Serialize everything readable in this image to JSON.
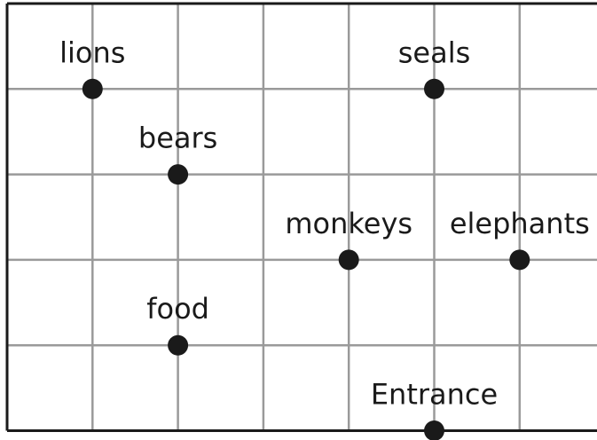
{
  "map": {
    "grid": {
      "columns": 7,
      "rows": 5,
      "line_color": "#9a9a9a",
      "border_color": "#1a1a1a"
    },
    "marker_color": "#1a1a1a",
    "locations": [
      {
        "id": "lions",
        "label": "lions",
        "col": 1,
        "row": 1
      },
      {
        "id": "seals",
        "label": "seals",
        "col": 5,
        "row": 1
      },
      {
        "id": "bears",
        "label": "bears",
        "col": 2,
        "row": 2
      },
      {
        "id": "monkeys",
        "label": "monkeys",
        "col": 4,
        "row": 3
      },
      {
        "id": "elephants",
        "label": "elephants",
        "col": 6,
        "row": 3
      },
      {
        "id": "food",
        "label": "food",
        "col": 2,
        "row": 4
      },
      {
        "id": "entrance",
        "label": "Entrance",
        "col": 5,
        "row": 5
      }
    ]
  }
}
